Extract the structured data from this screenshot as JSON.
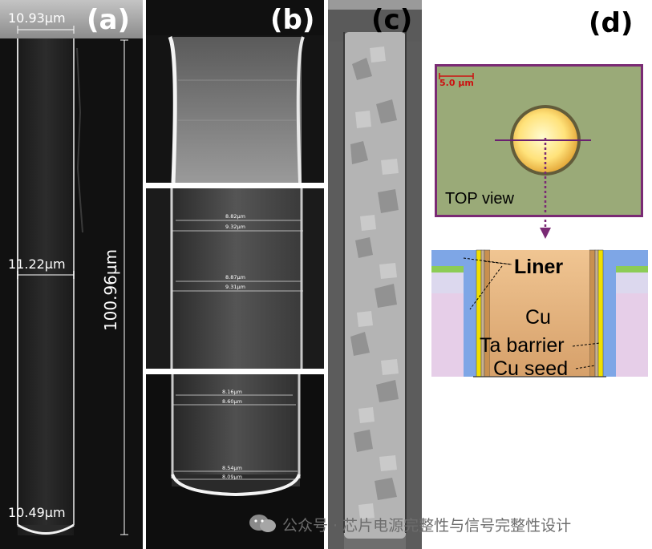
{
  "panels": {
    "a": {
      "letter": "(a)",
      "top_width": "10.93µm",
      "mid_width": "11.22µm",
      "bottom_width": "10.49µm",
      "depth": "100.96µm"
    },
    "b": {
      "letter": "(b)",
      "measurements": [
        "8.82µm",
        "9.32µm",
        "8.87µm",
        "9.31µm",
        "8.16µm",
        "8.60µm",
        "8.54µm",
        "8.09µm"
      ]
    },
    "c": {
      "letter": "(c)"
    },
    "d": {
      "letter": "(d)",
      "scale": "5.0 µm",
      "top_view_label": "TOP view",
      "labels": {
        "liner": "Liner",
        "cu": "Cu",
        "ta_barrier": "Ta barrier",
        "cu_seed": "Cu seed"
      }
    }
  },
  "watermark": "公众号 · 芯片电源完整性与信号完整性设计",
  "colors": {
    "purple_frame": "#7a2a74",
    "green_bg": "#9aaa78",
    "blue_layer": "#7ea6e6",
    "green_layer": "#8ccc56",
    "pink_layer": "#e6cee8",
    "cu_fill": "#e2ae78",
    "liner_yellow": "#f0e000",
    "scale_red": "#cc1111"
  }
}
